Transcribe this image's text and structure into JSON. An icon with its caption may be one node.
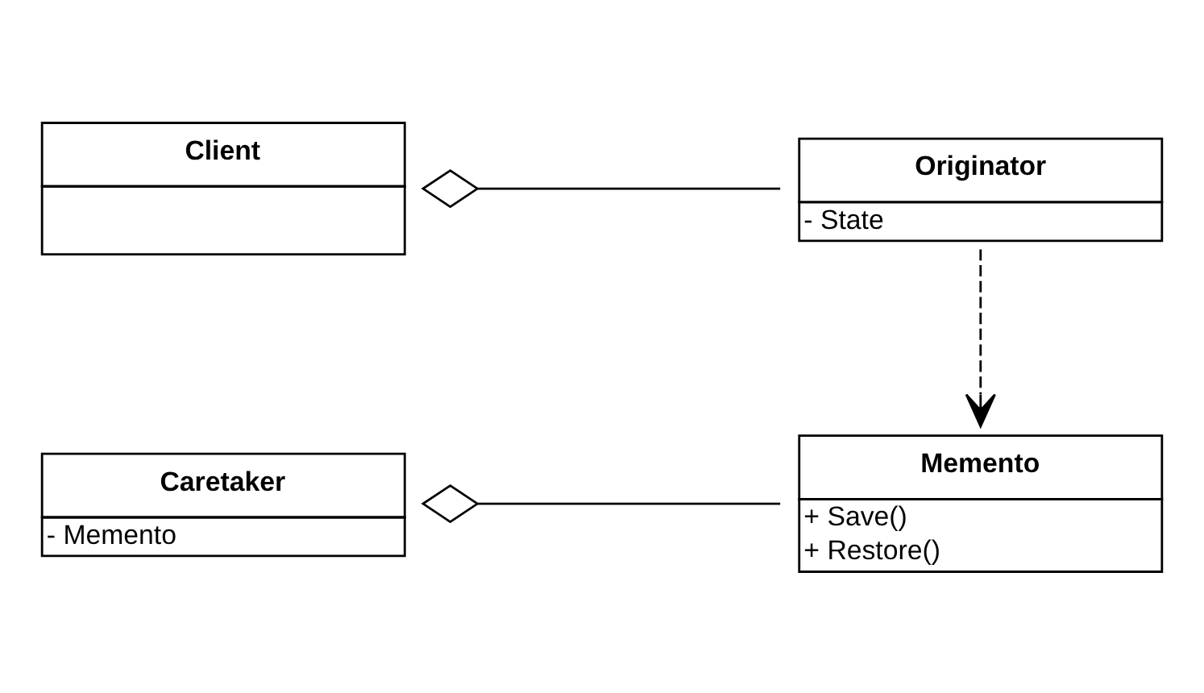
{
  "diagram": {
    "nodes": [
      {
        "text": [
          "Client"
        ]
      },
      {
        "text": [
          "Originator",
          "- State"
        ]
      },
      {
        "text": [
          "Caretaker",
          "- Memento"
        ]
      },
      {
        "text": [
          "Memento",
          "+ Save()",
          "+ Restore()"
        ]
      }
    ],
    "edges": [
      {
        "from": 0,
        "to": 1,
        "arrow": "other"
      },
      {
        "from": 1,
        "to": 3,
        "arrow": "to",
        "style": "dashed"
      },
      {
        "from": 2,
        "to": 3,
        "arrow": "other"
      }
    ]
  }
}
